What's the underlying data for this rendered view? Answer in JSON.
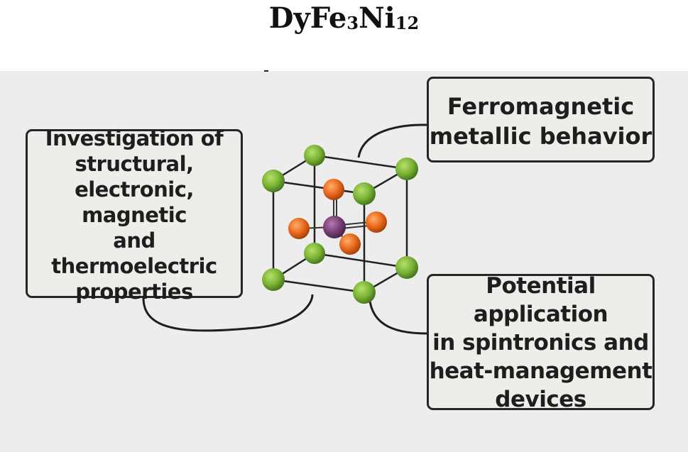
{
  "title": {
    "formula_main": "DyFe",
    "formula_sub1": "3",
    "formula_mid": "Ni",
    "formula_sub2": "12"
  },
  "boxes": {
    "left": "Investigation of\nstructural,\nelectronic, magnetic\nand thermoelectric\nproperties",
    "top_right": "Ferromagnetic\nmetallic behavior",
    "bottom_right": "Potential application\nin spintronics and\nheat-management\ndevices"
  },
  "colors": {
    "background": "#ededed",
    "box_fill": "#efedea",
    "box_border": "#262626",
    "ni_atom": "#7ab335",
    "fe_atom": "#e8681c",
    "dy_atom": "#7a3f76",
    "bond": "#222222"
  },
  "atoms": {
    "ni": "green-sphere-icon",
    "fe": "orange-sphere-icon",
    "dy": "purple-sphere-icon"
  }
}
